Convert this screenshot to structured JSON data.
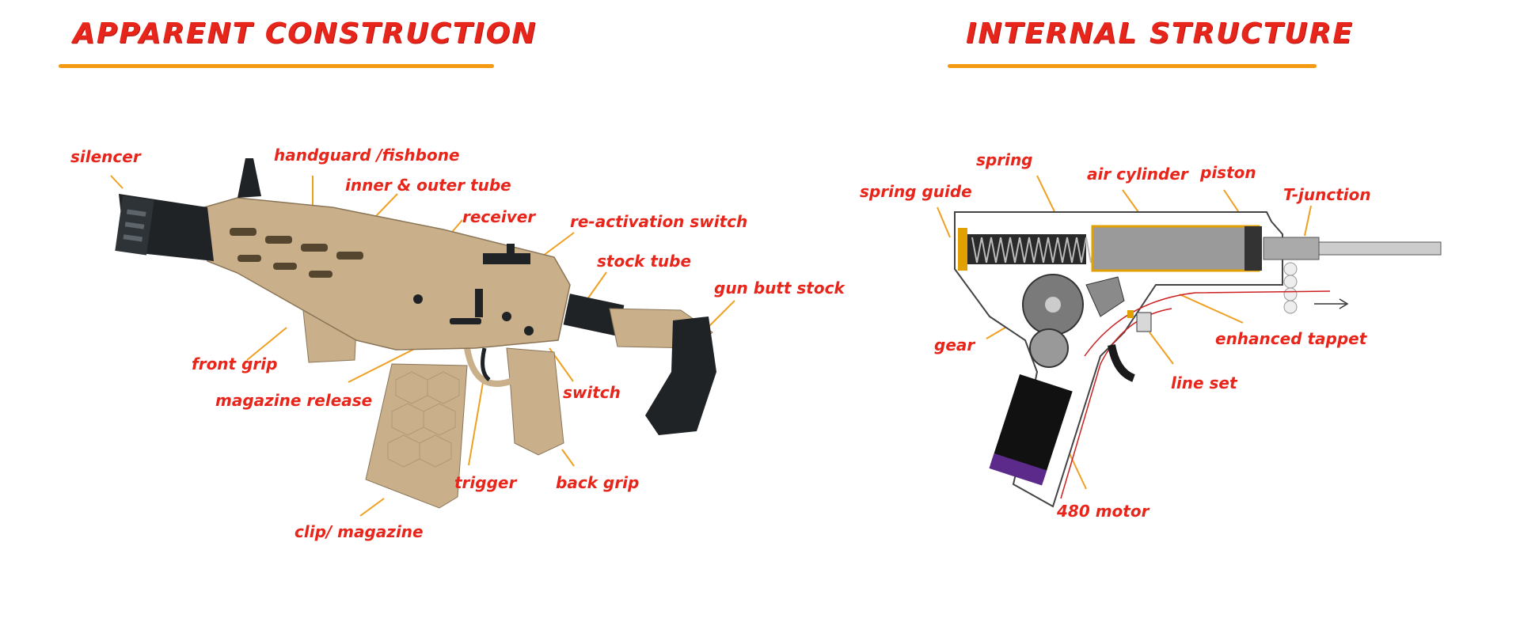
{
  "colors": {
    "accent": "#e8251b",
    "underline": "#f39a12",
    "leader": "#f0a020",
    "tan": "#c9b08a",
    "dark": "#1f2326"
  },
  "left": {
    "title": "APPARENT CONSTRUCTION",
    "labels": {
      "silencer": "silencer",
      "handguard": "handguard /fishbone",
      "tube": "inner & outer tube",
      "receiver": "receiver",
      "reactivation": "re-activation switch",
      "stock_tube": "stock tube",
      "butt_stock": "gun butt stock",
      "front_grip": "front grip",
      "mag_release": "magazine release",
      "switch": "switch",
      "trigger": "trigger",
      "back_grip": "back grip",
      "magazine": "clip/ magazine"
    }
  },
  "right": {
    "title": "INTERNAL STRUCTURE",
    "labels": {
      "spring_guide": "spring guide",
      "spring": "spring",
      "air_cylinder": "air cylinder",
      "piston": "piston",
      "t_junction": "T-junction",
      "gear": "gear",
      "tappet": "enhanced tappet",
      "line_set": "line set",
      "motor": "480 motor"
    }
  }
}
